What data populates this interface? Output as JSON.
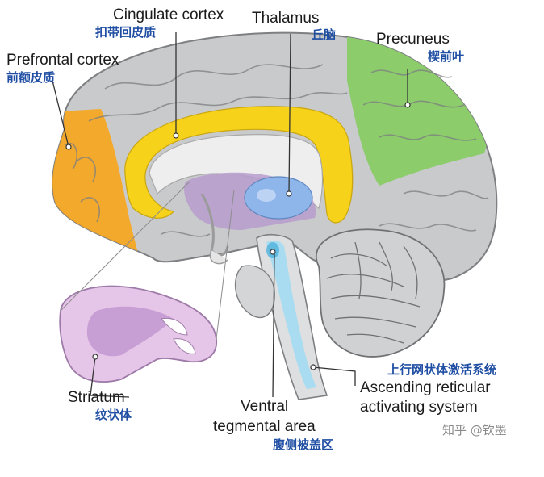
{
  "labels": {
    "cingulate": {
      "en": "Cingulate cortex",
      "cn": "扣带回皮质"
    },
    "thalamus": {
      "en": "Thalamus",
      "cn": "丘脑"
    },
    "precuneus": {
      "en": "Precuneus",
      "cn": "楔前叶"
    },
    "prefrontal": {
      "en": "Prefrontal cortex",
      "cn": "前额皮质"
    },
    "striatum": {
      "en": "Striatum",
      "cn": "纹状体"
    },
    "vta": {
      "en_line1": "Ventral",
      "en_line2": "tegmental area",
      "cn": "腹侧被盖区"
    },
    "aras": {
      "cn": "上行网状体激活系统",
      "en_line1": "Ascending reticular",
      "en_line2": "activating system"
    }
  },
  "watermark": "知乎 @钦墨",
  "colors": {
    "cortex_gray": "#c9cacb",
    "prefrontal": "#f6a623",
    "cingulate": "#f7d21a",
    "precuneus": "#8ccc6b",
    "thalamus": "#8fb6ea",
    "inner_purple": "#b79ccd",
    "brainstem_blue": "#a9dcf0",
    "striatum": "#e6c6e8",
    "label_cn": "#1f4ea3"
  }
}
